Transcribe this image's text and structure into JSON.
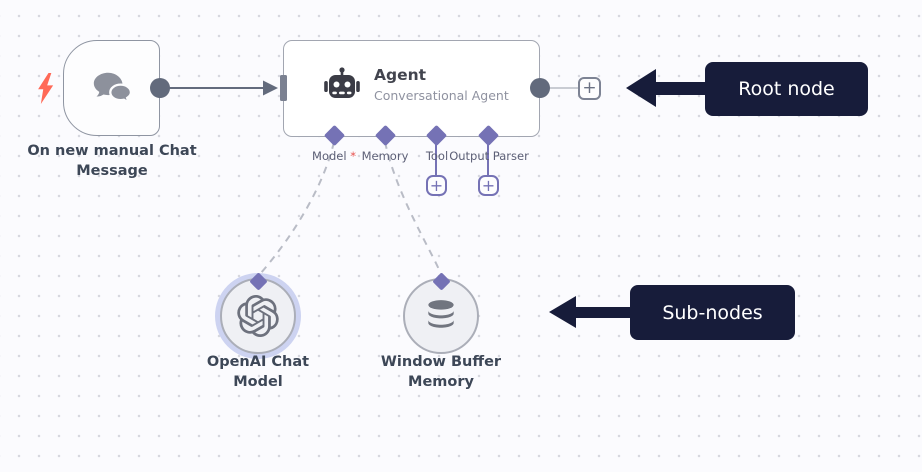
{
  "workflow": {
    "trigger": {
      "name_line1": "On new manual Chat",
      "name_line2": "Message"
    },
    "agent": {
      "title": "Agent",
      "subtitle": "Conversational Agent",
      "ports": [
        {
          "label": "Model",
          "required_marker": " *"
        },
        {
          "label": "Memory",
          "required_marker": ""
        },
        {
          "label": "Tool",
          "required_marker": ""
        },
        {
          "label": "Output Parser",
          "required_marker": ""
        }
      ]
    },
    "sub_nodes": [
      {
        "name_line1": "OpenAI Chat",
        "name_line2": "Model"
      },
      {
        "name_line1": "Window Buffer",
        "name_line2": "Memory"
      }
    ]
  },
  "annotations": {
    "root": {
      "label": "Root node"
    },
    "sub": {
      "label": "Sub-nodes"
    }
  },
  "glyphs": {
    "plus": "+"
  },
  "colors": {
    "accent_purple": "#7572b5",
    "annotation_bg": "#171c3a",
    "connector_gray": "#626a7c",
    "trigger_bolt": "#ff6957",
    "canvas_bg": "#fbfbfe"
  }
}
